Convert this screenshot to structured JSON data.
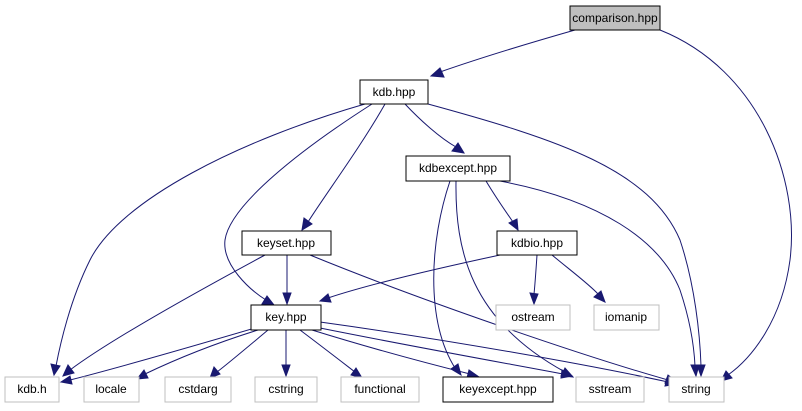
{
  "colors": {
    "edge": "#191970",
    "highlight_fill": "#bfbfbf",
    "local_border": "#000000",
    "system_border": "#bfbfbf",
    "system_text": "#000000"
  },
  "nodes": {
    "comparison_hpp": "comparison.hpp",
    "kdb_hpp": "kdb.hpp",
    "kdbexcept_hpp": "kdbexcept.hpp",
    "keyset_hpp": "keyset.hpp",
    "kdbio_hpp": "kdbio.hpp",
    "key_hpp": "key.hpp",
    "ostream": "ostream",
    "iomanip": "iomanip",
    "kdb_h": "kdb.h",
    "locale": "locale",
    "cstdarg": "cstdarg",
    "cstring": "cstring",
    "functional": "functional",
    "keyexcept_hpp": "keyexcept.hpp",
    "sstream": "sstream",
    "string": "string"
  }
}
